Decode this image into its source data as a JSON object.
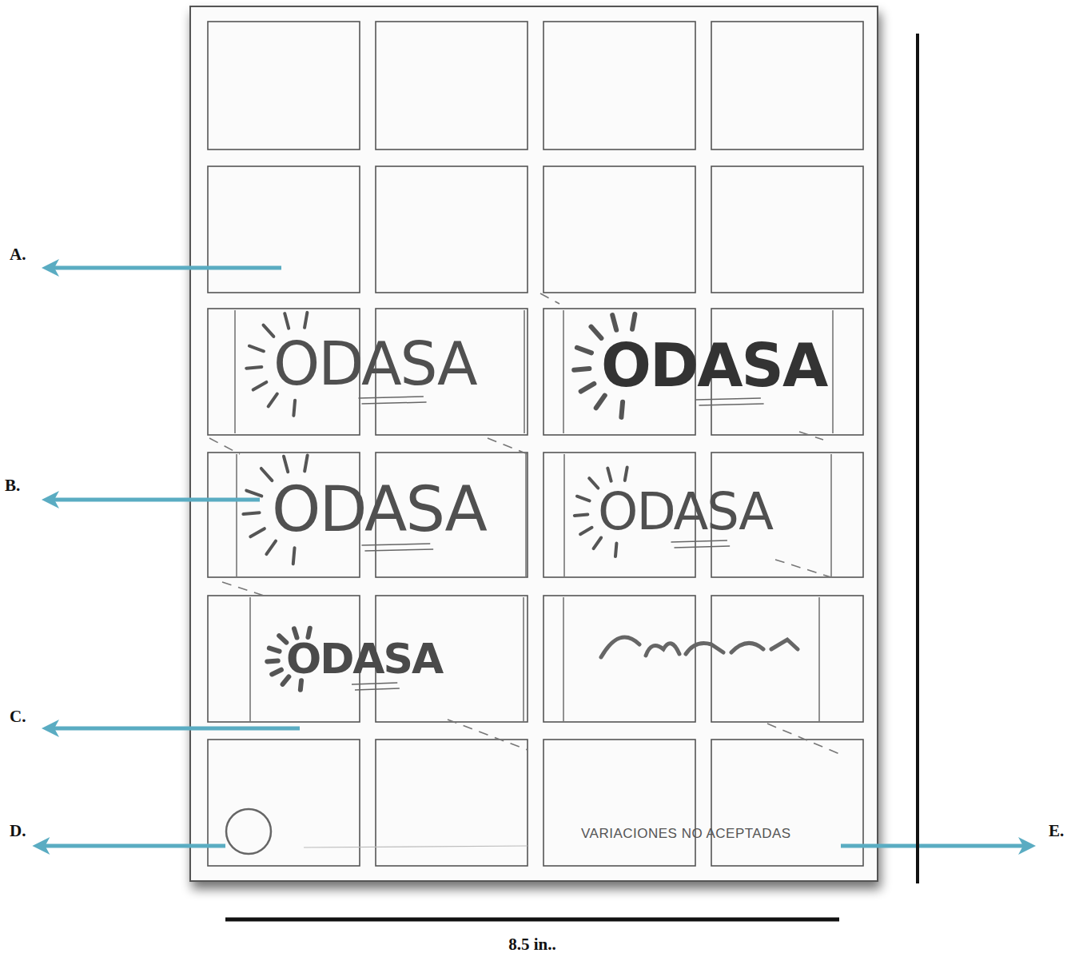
{
  "diagram": {
    "labels": [
      "A.",
      "ODASA",
      "ODASA",
      "B.",
      "ODASA",
      "ODASA",
      "ODASA",
      "C.",
      "D.",
      "VARIACIONES NO ACEPTADAS",
      "E.",
      "8.5 in.."
    ]
  }
}
